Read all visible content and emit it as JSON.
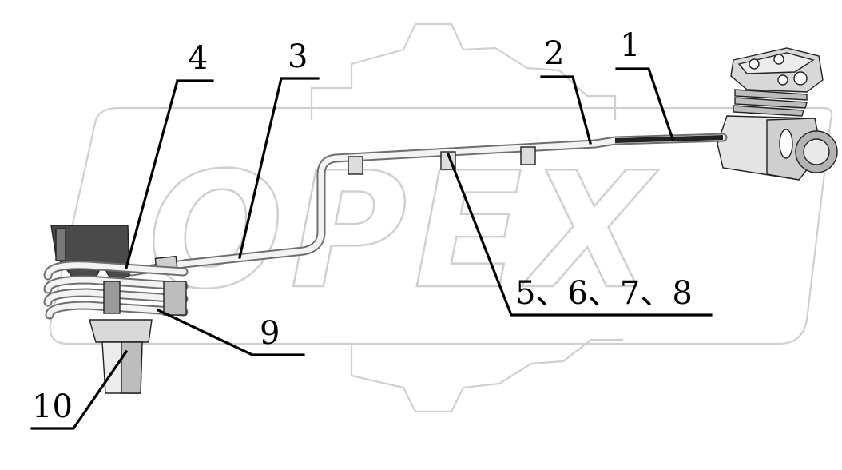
{
  "watermark": {
    "text": "OPEX",
    "color": "#cfcfcf"
  },
  "callouts": [
    {
      "id": "c1",
      "label": "1"
    },
    {
      "id": "c2",
      "label": "2"
    },
    {
      "id": "c3",
      "label": "3"
    },
    {
      "id": "c4",
      "label": "4"
    },
    {
      "id": "c5",
      "label": "5、6、7、8"
    },
    {
      "id": "c9",
      "label": "9"
    },
    {
      "id": "c10",
      "label": "10"
    }
  ],
  "colors": {
    "line": "#000000",
    "watermark": "#cfcfcf",
    "part_shade": "#9a9a9a"
  }
}
